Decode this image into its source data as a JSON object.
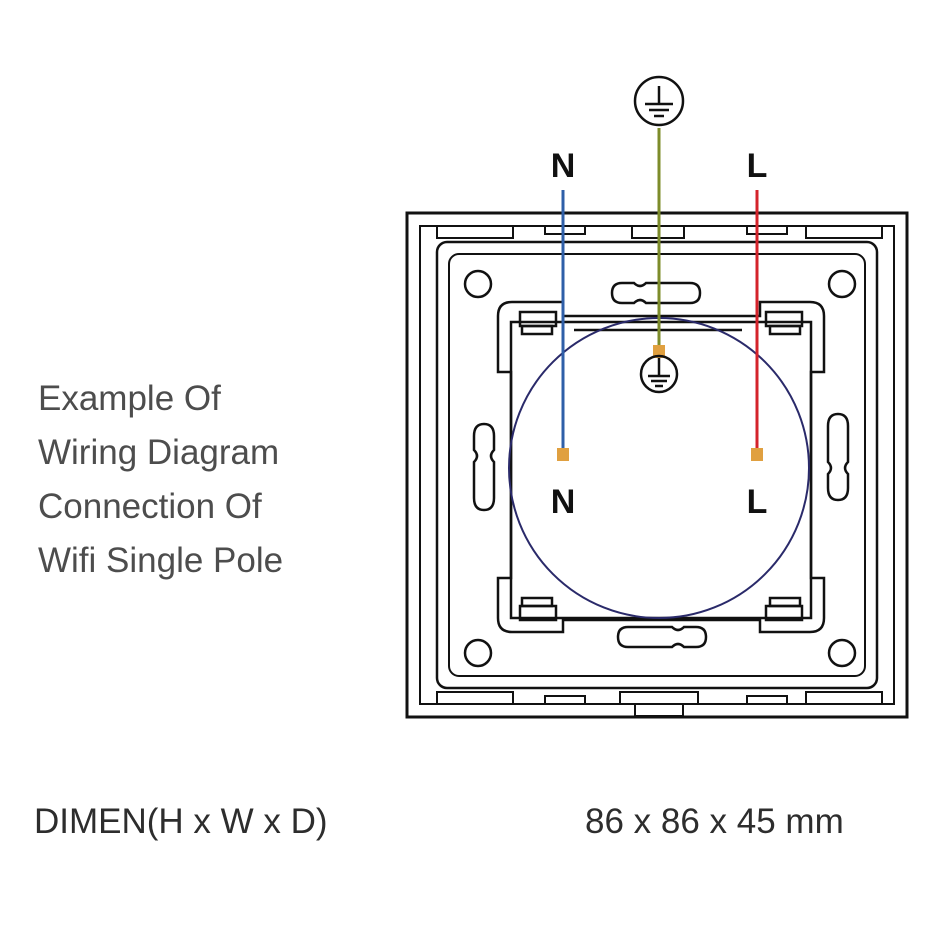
{
  "caption": {
    "lines": [
      "Example Of",
      "Wiring Diagram",
      "Connection Of",
      "Wifi Single Pole"
    ]
  },
  "dimensions": {
    "label": "DIMEN(H x W x D)",
    "value": "86 x 86 x 45 mm"
  },
  "terminals": {
    "neutral_top": "N",
    "live_top": "L",
    "neutral_bottom": "N",
    "live_bottom": "L"
  },
  "icons": {
    "ground_top": "ground-symbol",
    "ground_center": "ground-symbol"
  },
  "wire_colors": {
    "neutral": "#2f5fa8",
    "live": "#d4232b",
    "ground": "#7d8c2a",
    "terminal": "#e0a040",
    "outline": "#111111",
    "inner_circle": "#2a2a6a"
  }
}
